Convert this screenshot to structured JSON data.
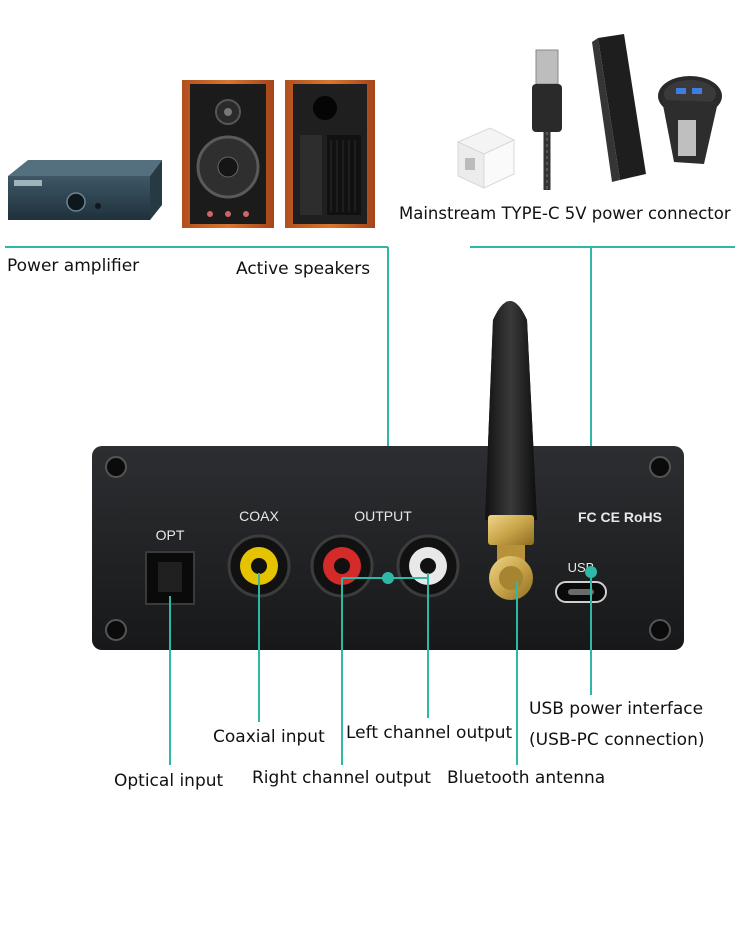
{
  "top": {
    "amp_label": "Power amplifier",
    "speaker_label": "Active speakers",
    "power_label": "Mainstream TYPE-C 5V power connector"
  },
  "panel": {
    "opt": "OPT",
    "coax": "COAX",
    "output": "OUTPUT",
    "usb": "USB",
    "certs": "FC CE RoHS"
  },
  "callouts": {
    "optical": "Optical input",
    "coaxial": "Coaxial input",
    "right": "Right channel output",
    "left": "Left channel output",
    "antenna": "Bluetooth antenna",
    "usb1": "USB power interface",
    "usb2": "(USB-PC connection)"
  },
  "colors": {
    "leader": "#2fb8a6",
    "panel": "#222426",
    "coax_ring": "#e6c300",
    "right_ring": "#d42a2a",
    "left_ring": "#e8e8e8",
    "antenna_brass": "#c9a54a"
  }
}
